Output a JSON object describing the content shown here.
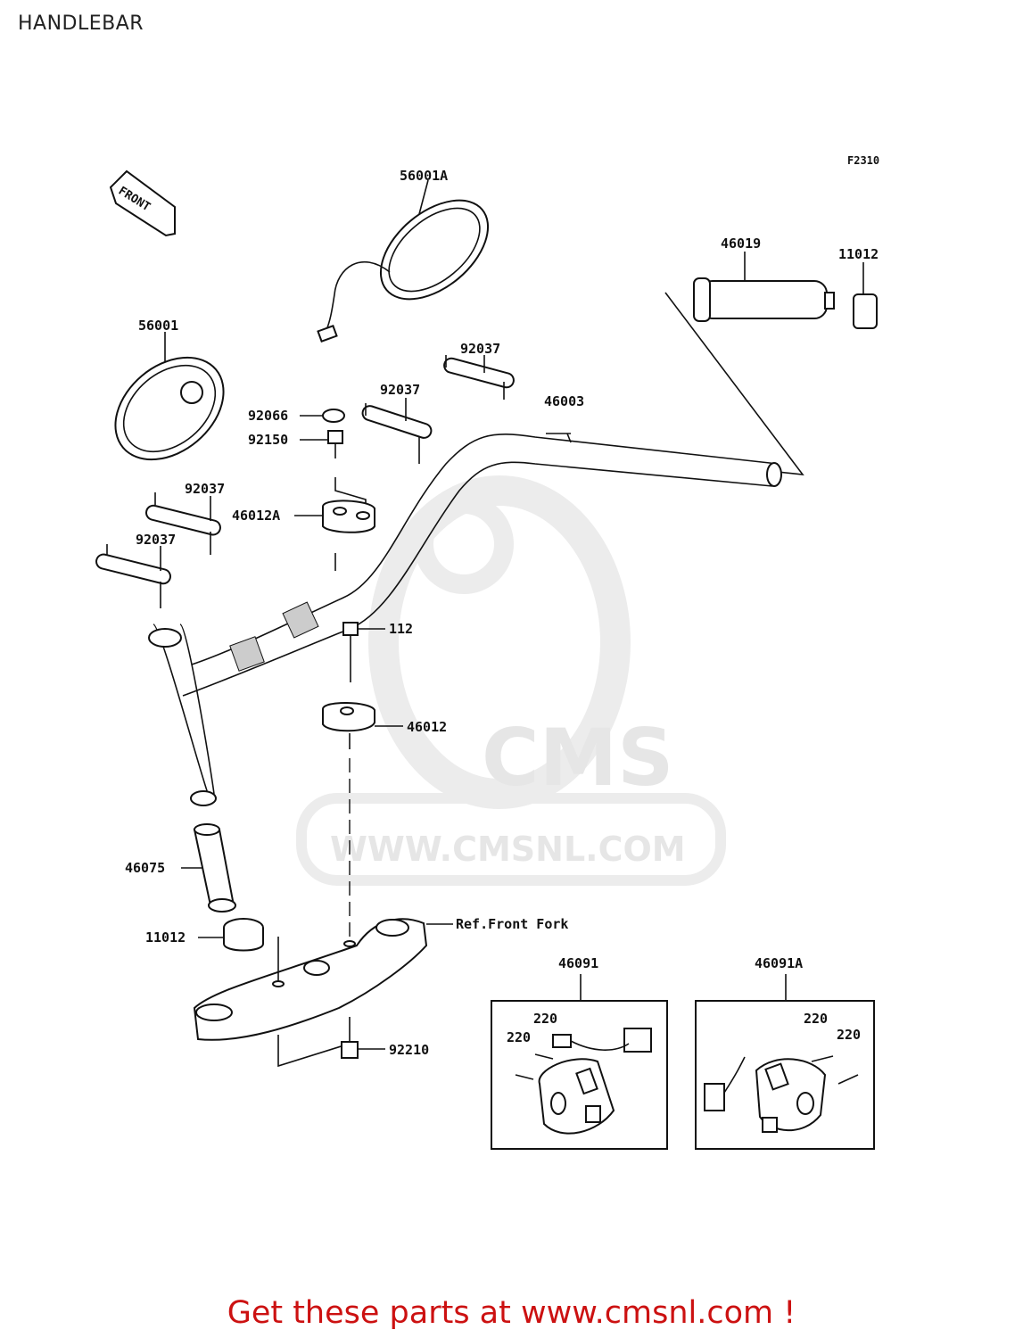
{
  "title": "HANDLEBAR",
  "figure_code": "F2310",
  "front_arrow": "FRONT",
  "parts": {
    "mirror_right": "56001A",
    "mirror_left": "56001",
    "grip_throttle": "46019",
    "cap_right": "11012",
    "holder_lower_tr": "92037",
    "holder_upper": "92037",
    "handlebar": "46003",
    "washer": "92066",
    "bolt_top": "92150",
    "holder_left_1": "92037",
    "holder_left_2": "92037",
    "clamp_upper": "46012A",
    "bolt_112": "112",
    "clamp_lower": "46012",
    "grip_left": "46075",
    "cap_left": "11012",
    "ref_front_fork": "Ref.Front Fork",
    "nut": "92210",
    "switch_left": "46091",
    "switch_left_screw_a": "220",
    "switch_left_screw_b": "220",
    "switch_right": "46091A",
    "switch_right_screw_a": "220",
    "switch_right_screw_b": "220"
  },
  "watermark": {
    "brand": "CMS",
    "url": "WWW.CMSNL.COM"
  },
  "footer": "Get these parts at www.cmsnl.com !",
  "colors": {
    "footer": "#cc1111",
    "watermark": "#e6e6e6",
    "line": "#111111"
  }
}
